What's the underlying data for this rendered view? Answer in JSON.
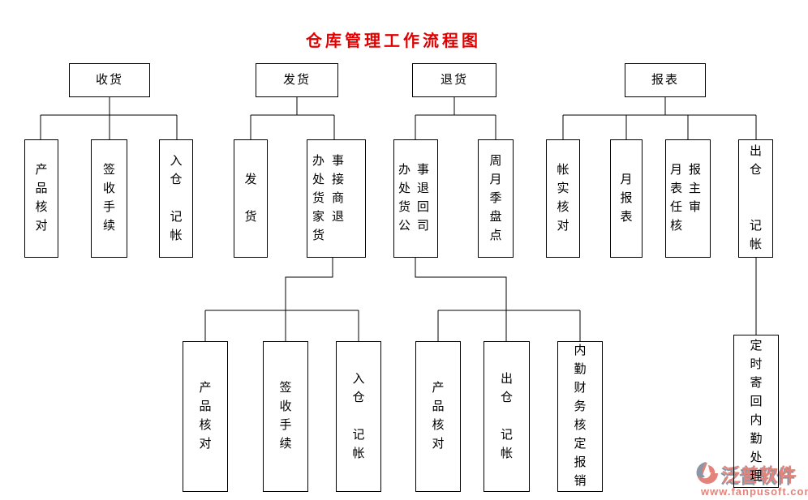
{
  "title": "仓库管理工作流程图",
  "colors": {
    "title": "#e00000",
    "line": "#000000",
    "box_border": "#000000",
    "watermark_primary": "#e4837a",
    "watermark_secondary": "#8b96a6"
  },
  "nodes": {
    "receiving": "收货",
    "shipping": "发货",
    "returns": "退货",
    "reports": "报表",
    "receiving_product_check": "产\n品\n核\n对",
    "receiving_signoff": "签\n收\n手\n续",
    "receiving_warehouse_entry": "入\n仓\n\n记\n帐",
    "shipping_dispatch": "发\n\n货",
    "shipping_office_returns": "办事\n处接\n货商\n家退\n货",
    "returns_office_return_company": "办事\n处退\n货回\n公司",
    "returns_periodic_stocktake": "周\n月\n季\n盘\n点",
    "reports_account_check": "帐\n实\n核\n对",
    "reports_monthly_report": "月\n报\n表",
    "reports_director_review": "月报\n表主\n任审\n核",
    "reports_outbound_ledger": "出\n仓\n\n\n记\n帐",
    "shipping_product_check": "产\n品\n核\n对",
    "shipping_signoff": "签\n收\n手\n续",
    "shipping_warehouse_entry": "入\n仓\n\n记\n帐",
    "returns_product_check": "产\n品\n核\n对",
    "returns_outbound_ledger": "出\n仓\n\n记\n帐",
    "returns_finance_reimbursement": "内\n勤\n财\n务\n核\n定\n报\n销",
    "reports_mailback_processing": "定\n时\n寄\n回\n内\n勤\n处\n理"
  },
  "watermark": {
    "brand": "泛普软件",
    "url": "www.fanpusoft.com"
  }
}
